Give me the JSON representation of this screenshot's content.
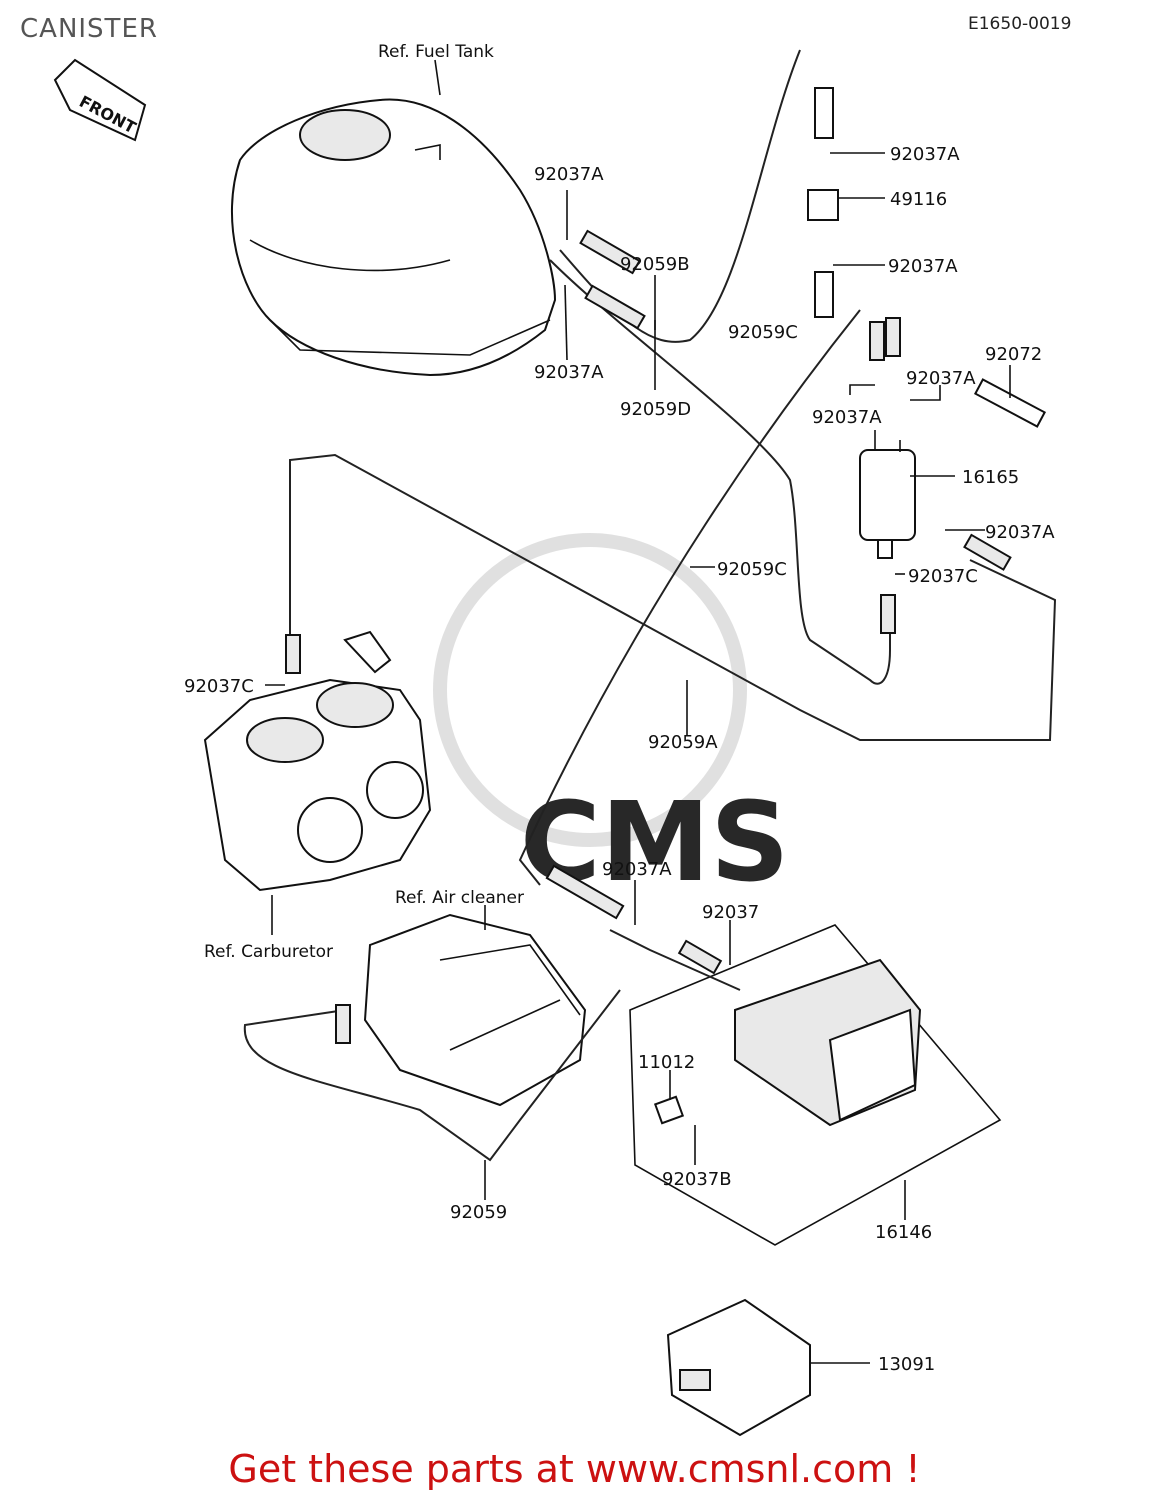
{
  "title": "CANISTER",
  "diagram_code": "E1650-0019",
  "front_label": "FRONT",
  "watermark": "CMS",
  "refs": {
    "fuel_tank": "Ref. Fuel Tank",
    "carburetor": "Ref. Carburetor",
    "air_cleaner": "Ref. Air cleaner"
  },
  "part_labels": {
    "p92037A_top": "92037A",
    "p49116": "49116",
    "p92037A_2": "92037A",
    "p92059B": "92059B",
    "p92037A_left": "92037A",
    "p92037A_left2": "92037A",
    "p92059C_top": "92059C",
    "p92059D": "92059D",
    "p92072": "92072",
    "p92037A_r1": "92037A",
    "p92037A_r2": "92037A",
    "p16165": "16165",
    "p92037A_r3": "92037A",
    "p92037C_r": "92037C",
    "p92059C_mid": "92059C",
    "p92037C_l": "92037C",
    "p92059A": "92059A",
    "p92037A_low": "92037A",
    "p92037": "92037",
    "p11012": "11012",
    "p92037B": "92037B",
    "p92059": "92059",
    "p16146": "16146",
    "p13091": "13091"
  },
  "footer": "Get these parts at www.cmsnl.com !"
}
